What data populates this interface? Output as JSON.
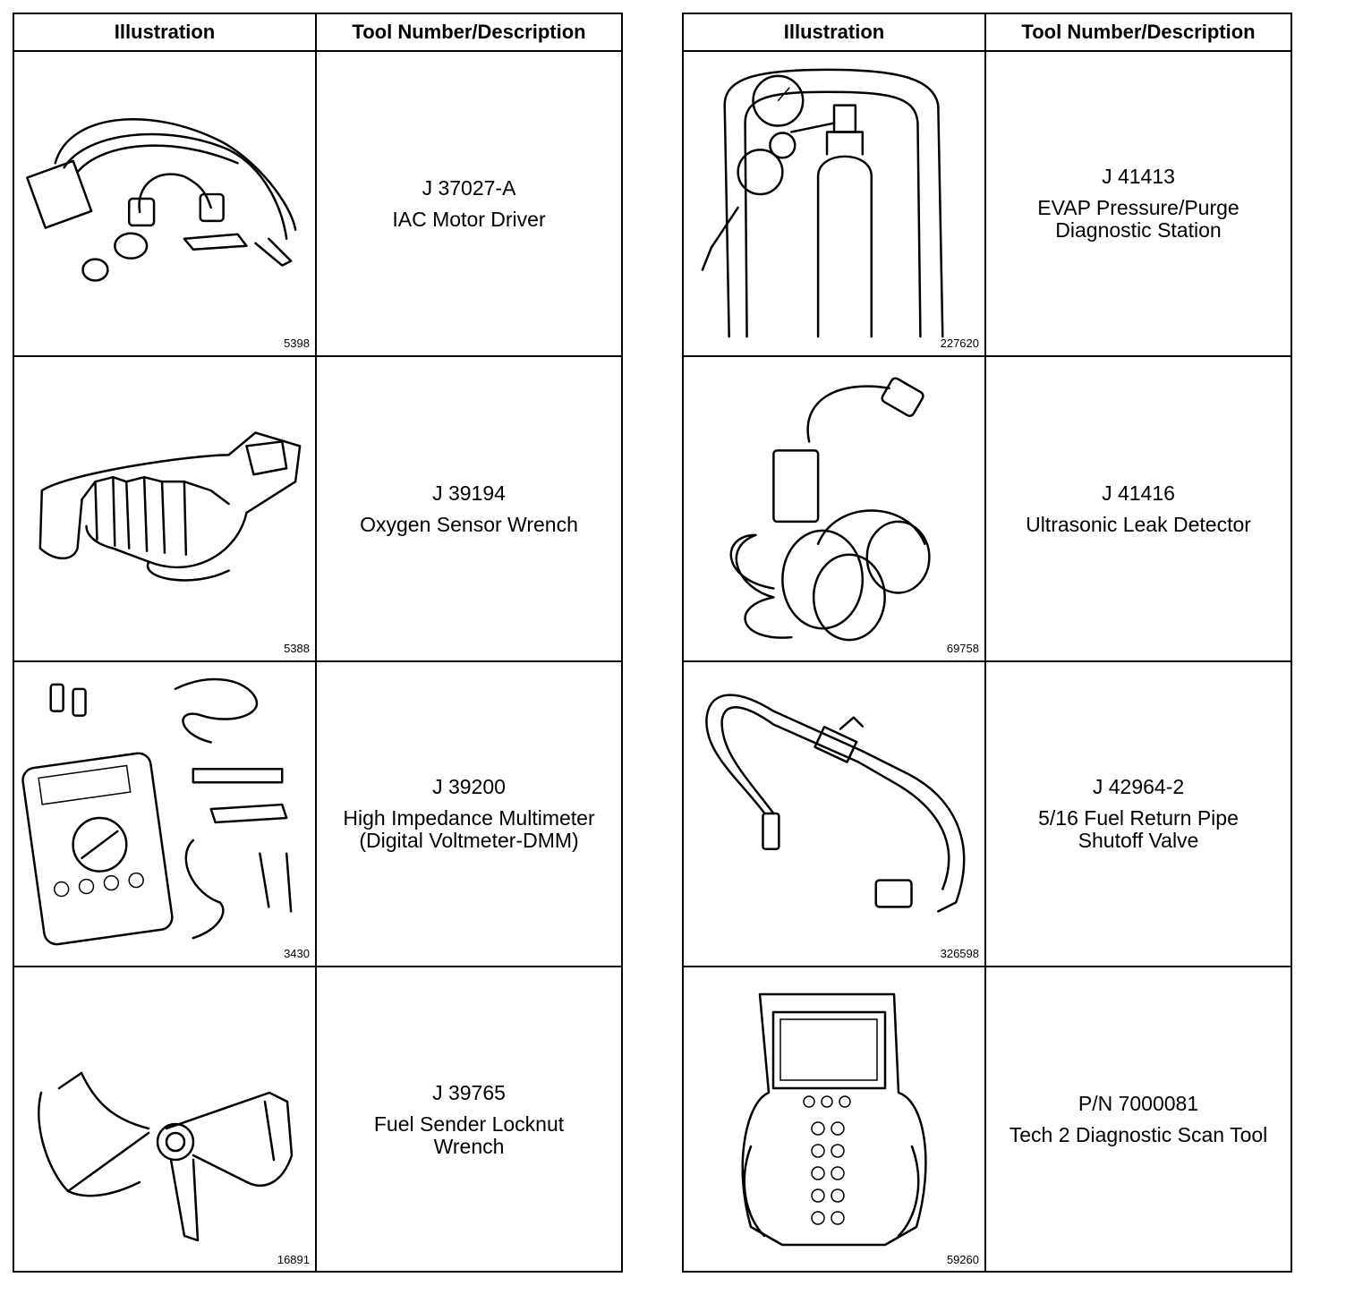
{
  "headers": {
    "illustration": "Illustration",
    "tool": "Tool Number/Description"
  },
  "left": [
    {
      "fig": "5398",
      "number": "J 37027-A",
      "desc": [
        "IAC Motor Driver"
      ]
    },
    {
      "fig": "5388",
      "number": "J 39194",
      "desc": [
        "Oxygen Sensor Wrench"
      ]
    },
    {
      "fig": "3430",
      "number": "J 39200",
      "desc": [
        "High Impedance Multimeter",
        "(Digital Voltmeter-DMM)"
      ]
    },
    {
      "fig": "16891",
      "number": "J 39765",
      "desc": [
        "Fuel Sender Locknut",
        "Wrench"
      ]
    }
  ],
  "right": [
    {
      "fig": "227620",
      "number": "J 41413",
      "desc": [
        "EVAP Pressure/Purge",
        "Diagnostic Station"
      ]
    },
    {
      "fig": "69758",
      "number": "J 41416",
      "desc": [
        "Ultrasonic Leak Detector"
      ]
    },
    {
      "fig": "326598",
      "number": "J 42964-2",
      "desc": [
        "5/16 Fuel Return Pipe",
        "Shutoff Valve"
      ]
    },
    {
      "fig": "59260",
      "number": "P/N 7000081",
      "desc": [
        "Tech 2 Diagnostic Scan Tool"
      ]
    }
  ],
  "illustrations": {
    "left": [
      "wiring-harness-clips",
      "crowfoot-wrench",
      "multimeter-with-leads",
      "spanner-wrench"
    ],
    "right": [
      "gas-cylinder-cart",
      "headset-detector",
      "hose-with-valve",
      "handheld-scan-tool"
    ]
  }
}
